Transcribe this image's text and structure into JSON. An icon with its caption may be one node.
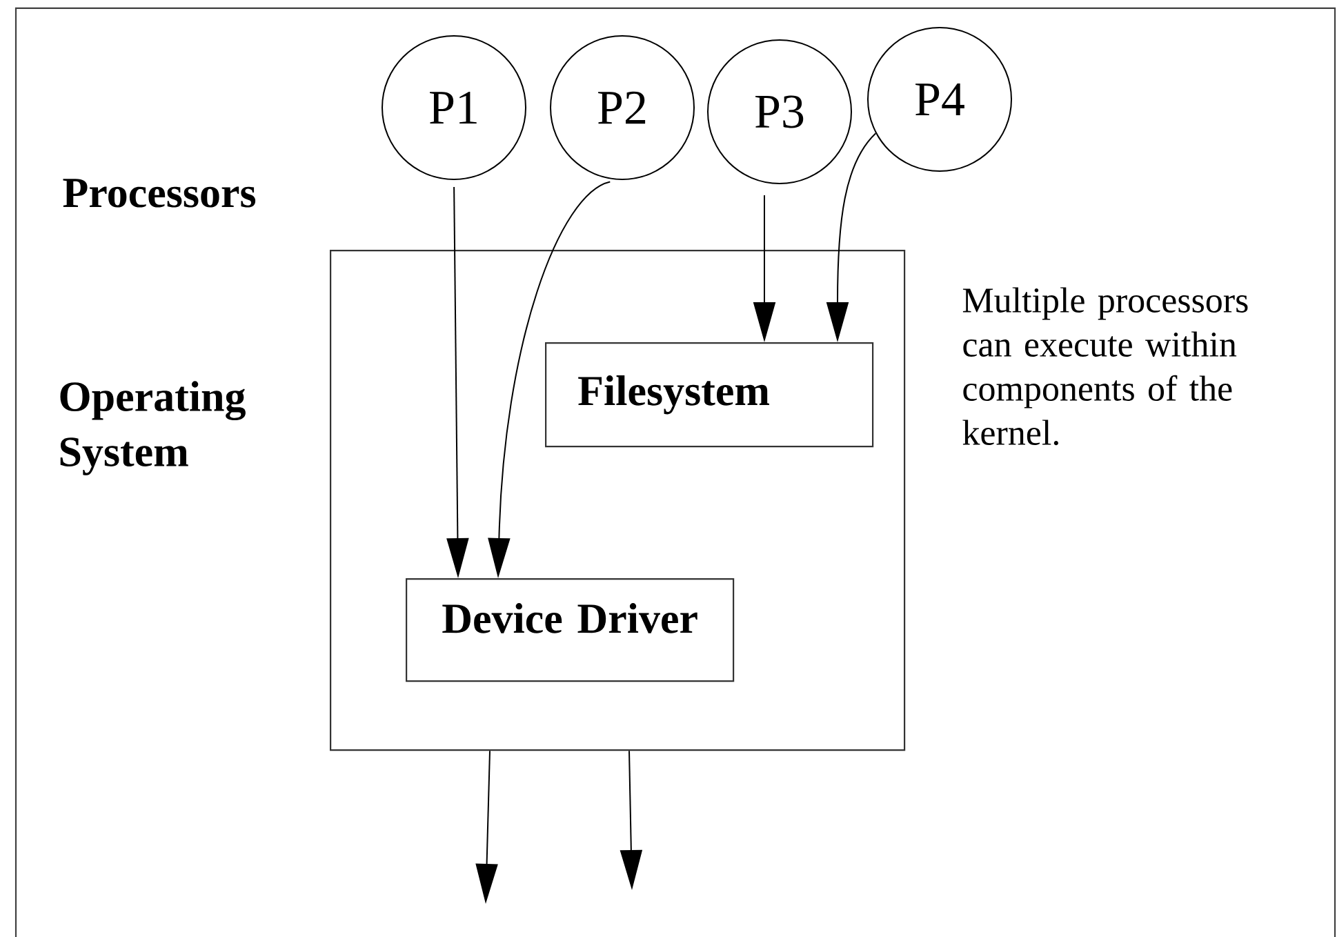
{
  "diagram": {
    "nodes": [
      {
        "text": [
          "P1"
        ]
      },
      {
        "text": [
          "P2"
        ]
      },
      {
        "text": [
          "P3"
        ]
      },
      {
        "text": [
          "P4"
        ]
      },
      {
        "text": [],
        "shape": "box"
      },
      {
        "text": [
          "Filesystem"
        ],
        "in": 4
      },
      {
        "text": [
          "Device Driver"
        ],
        "in": 4
      }
    ],
    "edges": [
      {
        "from": 0,
        "to": 6,
        "arrow": "to"
      },
      {
        "from": 1,
        "to": 6,
        "arrow": "to"
      },
      {
        "from": 2,
        "to": 5,
        "arrow": "to"
      },
      {
        "from": 3,
        "to": 5,
        "arrow": "to"
      },
      {
        "from": 4,
        "to": null,
        "arrow": "to"
      },
      {
        "from": 4,
        "to": null,
        "arrow": "to"
      }
    ],
    "labels": [
      "Processors",
      "Operating System",
      "Multiple processors can execute within components of the kernel."
    ]
  }
}
